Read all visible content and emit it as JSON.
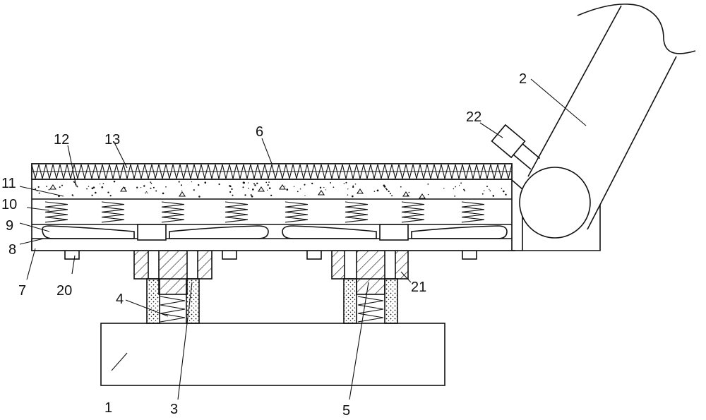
{
  "callouts": [
    {
      "id": "c1",
      "text": "1"
    },
    {
      "id": "c2",
      "text": "2"
    },
    {
      "id": "c3",
      "text": "3"
    },
    {
      "id": "c4",
      "text": "4"
    },
    {
      "id": "c5",
      "text": "5"
    },
    {
      "id": "c6",
      "text": "6"
    },
    {
      "id": "c7",
      "text": "7"
    },
    {
      "id": "c8",
      "text": "8"
    },
    {
      "id": "c9",
      "text": "9"
    },
    {
      "id": "c10",
      "text": "10"
    },
    {
      "id": "c11",
      "text": "11"
    },
    {
      "id": "c12",
      "text": "12"
    },
    {
      "id": "c13",
      "text": "13"
    },
    {
      "id": "c20",
      "text": "20"
    },
    {
      "id": "c21",
      "text": "21"
    },
    {
      "id": "c22",
      "text": "22"
    }
  ]
}
